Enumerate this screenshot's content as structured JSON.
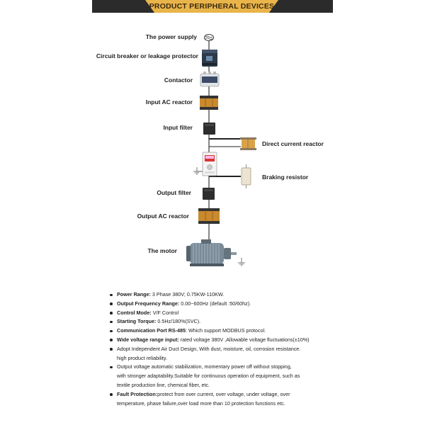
{
  "banner": {
    "title": "PRODUCT PERIPHERAL DEVICES"
  },
  "diagram": {
    "labels": {
      "power_supply": "The power supply",
      "breaker": "Circuit breaker or leakage protector",
      "contactor": "Contactor",
      "input_ac_reactor": "Input AC reactor",
      "input_filter": "Input filter",
      "dc_reactor": "Direct current reactor",
      "braking_resistor": "Braking resistor",
      "output_filter": "Output filter",
      "output_ac_reactor": "Output AC reactor",
      "motor": "The motor"
    },
    "icons": [
      "power-supply-icon",
      "circuit-breaker-icon",
      "contactor-icon",
      "ac-reactor-icon",
      "filter-icon",
      "dc-reactor-icon",
      "inverter-icon",
      "braking-resistor-icon",
      "ground-icon",
      "motor-icon"
    ],
    "colors": {
      "banner_bg": "#2b2b2b",
      "banner_tab": "#e9b44a",
      "reactor": "#c98a2e",
      "device_dark": "#2d2d2d"
    }
  },
  "specs": [
    {
      "key": "Power Range:",
      "text": " 3 Phase 380V; 0.75KW-110KW."
    },
    {
      "key": "Output Frequency Range:",
      "text": " 0.00~600Hz (default :50/60hz)."
    },
    {
      "key": "Control Mode:",
      "text": " V/F Control"
    },
    {
      "key": "Starting Torque:",
      "text": " 0.5Hz/180%(SVC)."
    },
    {
      "key": "Communication Port RS-485",
      "text": ": Which support MODBUS protocol."
    },
    {
      "key": "Wide voltage range input:",
      "text": " rated voltage 380V ,Allowable voltage fluctuations(±10%)"
    },
    {
      "key": "",
      "text": "Adopt Independent Air Duct Design,  With dust, moisture, oil, corrosion resistance.",
      "cont": "high product reliability."
    },
    {
      "key": "",
      "text": "Output voltage automatic stabilization, momentary power off without stopping,",
      "cont": "with stronger adaptability.Suitable for continuous operation of equipment, such as",
      "cont2": "textile production line, chemical fiber, etc."
    },
    {
      "key": "Fault Protection:",
      "text": "protect from over current, over voltage, under voltage, over",
      "cont": "temperature, phase failure,over load more than 10 protection functions etc."
    }
  ]
}
